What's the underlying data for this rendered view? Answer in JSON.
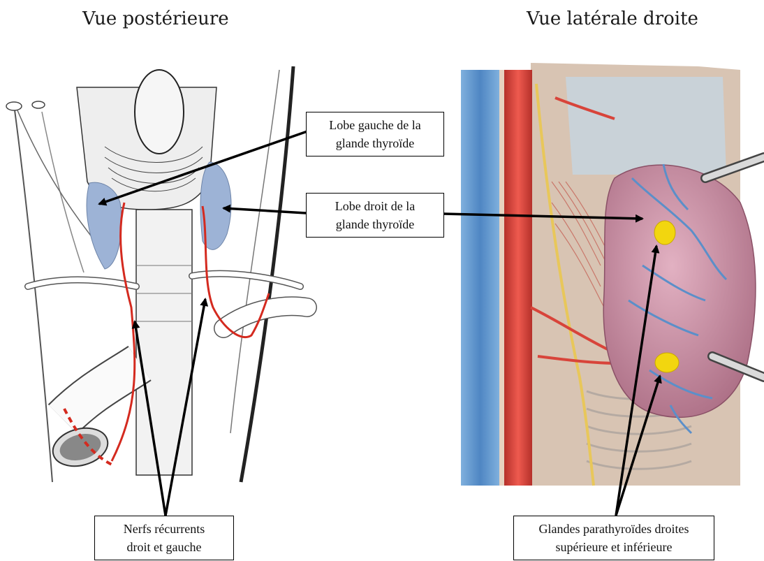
{
  "titles": {
    "left": "Vue postérieure",
    "right": "Vue latérale droite"
  },
  "labels": {
    "lobe_gauche": [
      "Lobe gauche de la",
      "glande thyroïde"
    ],
    "lobe_droit": [
      "Lobe droit de la",
      "glande thyroïde"
    ],
    "nerfs": [
      "Nerfs récurrents",
      "droit et gauche"
    ],
    "parathyroides": [
      "Glandes parathyroïdes droites",
      "supérieure et inférieure"
    ]
  },
  "colors": {
    "thyroid_blue": "#9db3d6",
    "nerve_red": "#d42a1f",
    "artery_red": "#d8443a",
    "vein_blue": "#5b8fc9",
    "gland_pink": "#c7899d",
    "parathyroid_yellow": "#f2d60f"
  }
}
